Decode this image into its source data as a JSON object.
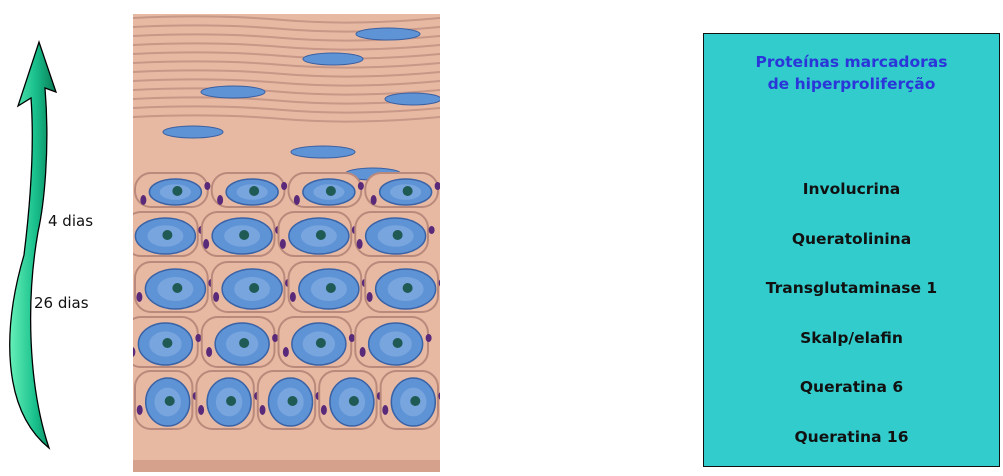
{
  "arrow": {
    "colors": {
      "light": "#66f0b8",
      "mid": "#19c08c",
      "dark": "#0a7a55",
      "outline": "#000000"
    }
  },
  "time_labels": {
    "short": "4 dias",
    "long": "26 dias"
  },
  "illustration": {
    "colors": {
      "cytoplasm": "#e8b9a2",
      "membrane": "#b9897c",
      "nucleus": "#5e93d6",
      "nucleus_light": "#a9c8ee",
      "nucleolus": "#1f5a55",
      "granule": "#5a2a7a",
      "basal": "#d5a08c"
    }
  },
  "marker_panel": {
    "title_line1": "Proteínas marcadoras",
    "title_line2": "de hiperproliferção",
    "bg_color": "#33cccc",
    "title_color": "#2b36d9",
    "items": [
      "Involucrina",
      "Queratolinina",
      "Transglutaminase 1",
      "Skalp/elafin",
      "Queratina 6",
      "Queratina 16"
    ]
  }
}
